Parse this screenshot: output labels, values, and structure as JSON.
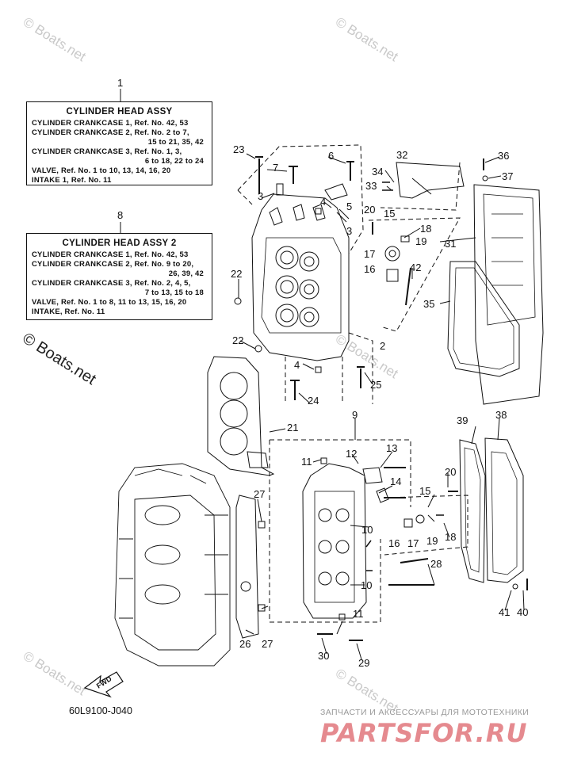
{
  "watermarks": {
    "small": "© Boats.net",
    "large": "© Boats.net"
  },
  "legend_box_1": {
    "ref": "1",
    "title": "CYLINDER HEAD ASSY",
    "lines": [
      "CYLINDER CRANKCASE 1,  Ref. No. 42, 53",
      "CYLINDER CRANKCASE 2,  Ref. No. 2 to 7,",
      "15 to 21, 35, 42",
      "CYLINDER CRANKCASE 3,  Ref. No. 1, 3,",
      "6 to 18, 22 to 24",
      "VALVE,  Ref. No. 1 to 10, 13, 14, 16, 20",
      "INTAKE 1,  Ref. No. 11"
    ]
  },
  "legend_box_2": {
    "ref": "8",
    "title": "CYLINDER HEAD ASSY 2",
    "lines": [
      "CYLINDER CRANKCASE 1,  Ref. No. 42, 53",
      "CYLINDER CRANKCASE 2,  Ref. No. 9 to 20,",
      "26, 39, 42",
      "CYLINDER CRANKCASE 3,  Ref. No. 2, 4, 5,",
      "7 to 13, 15 to 18",
      "VALVE,  Ref. No. 1 to 8, 11 to 13, 15, 16, 20",
      "INTAKE,  Ref. No. 11"
    ]
  },
  "callouts": {
    "c2": "2",
    "c3a": "3",
    "c3b": "3",
    "c4a": "4",
    "c4b": "4",
    "c5": "5",
    "c6": "6",
    "c7": "7",
    "c9": "9",
    "c10a": "10",
    "c10b": "10",
    "c11a": "11",
    "c11b": "11",
    "c12": "12",
    "c13": "13",
    "c14": "14",
    "c15a": "15",
    "c15b": "15",
    "c16a": "16",
    "c16b": "16",
    "c17a": "17",
    "c17b": "17",
    "c18a": "18",
    "c18b": "18",
    "c19a": "19",
    "c19b": "19",
    "c20a": "20",
    "c20b": "20",
    "c21": "21",
    "c22a": "22",
    "c22b": "22",
    "c23": "23",
    "c24": "24",
    "c25": "25",
    "c26": "26",
    "c27a": "27",
    "c27b": "27",
    "c28": "28",
    "c29": "29",
    "c30": "30",
    "c31": "31",
    "c32": "32",
    "c33": "33",
    "c34": "34",
    "c35": "35",
    "c36": "36",
    "c37": "37",
    "c38": "38",
    "c39": "39",
    "c40": "40",
    "c41": "41",
    "c42": "42"
  },
  "fwd_label": "FWD",
  "part_number": "60L9100-J040",
  "shop": {
    "subtitle": "ЗАПЧАСТИ И АКСЕССУАРЫ ДЛЯ МОТОТЕХНИКИ",
    "logo": "PARTSFOR.RU"
  }
}
